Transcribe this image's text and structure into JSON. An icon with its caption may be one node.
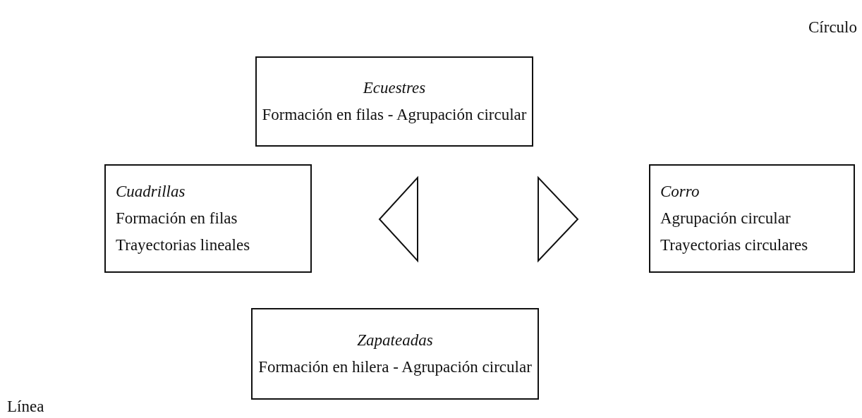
{
  "diagram": {
    "nodes": [
      {
        "text": [
          "Ecuestres",
          "Formación en filas - Agrupación circular"
        ]
      },
      {
        "text": [
          "Cuadrillas",
          "Formación en filas",
          "Trayectorias lineales"
        ]
      },
      {
        "text": [
          "Corro",
          "Agrupación circular",
          "Trayectorias circulares"
        ]
      },
      {
        "text": [
          "Zapateadas",
          "Formación en hilera - Agrupación circular"
        ]
      }
    ],
    "labels": [
      "Círculo",
      "Línea"
    ]
  }
}
